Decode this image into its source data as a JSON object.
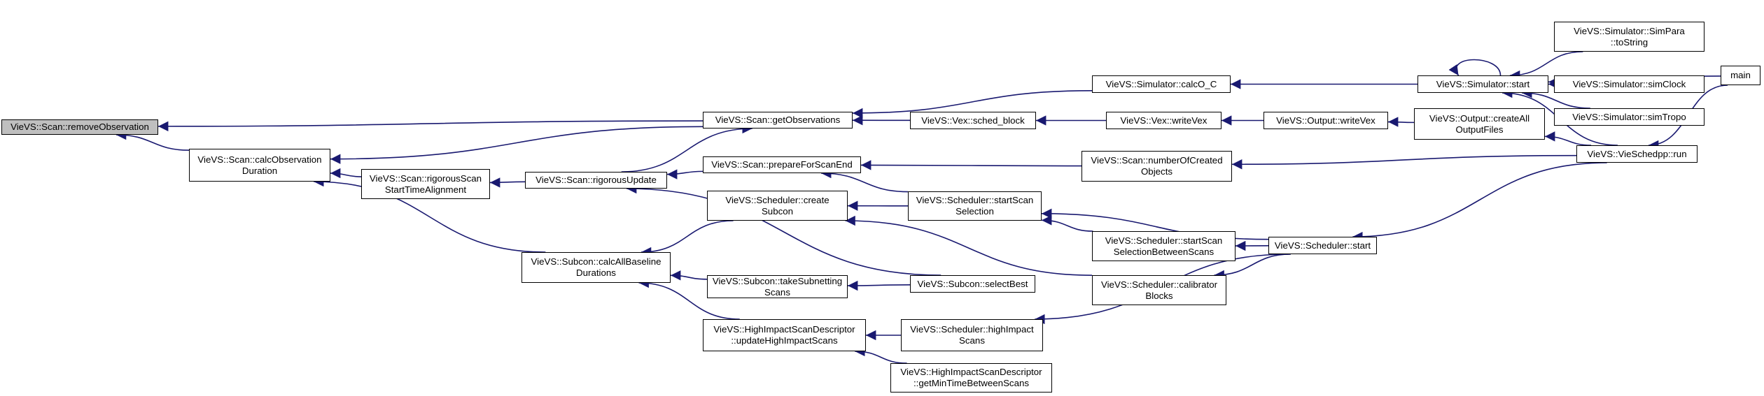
{
  "colors": {
    "edge": "#191970",
    "root_fill": "#bfbfbf",
    "node_fill": "#ffffff",
    "border": "#000000"
  },
  "nodes": [
    {
      "id": "removeObs",
      "lines": [
        "VieVS::Scan::removeObservation"
      ],
      "root": true
    },
    {
      "id": "calcObsDur",
      "lines": [
        "VieVS::Scan::calcObservation",
        "Duration"
      ]
    },
    {
      "id": "rigScanStart",
      "lines": [
        "VieVS::Scan::rigorousScan",
        "StartTimeAlignment"
      ]
    },
    {
      "id": "rigUpdate",
      "lines": [
        "VieVS::Scan::rigorousUpdate"
      ]
    },
    {
      "id": "getObs",
      "lines": [
        "VieVS::Scan::getObservations"
      ]
    },
    {
      "id": "prepScanEnd",
      "lines": [
        "VieVS::Scan::prepareForScanEnd"
      ]
    },
    {
      "id": "calcAllBaseline",
      "lines": [
        "VieVS::Subcon::calcAllBaseline",
        "Durations"
      ]
    },
    {
      "id": "createSubcon",
      "lines": [
        "VieVS::Scheduler::create",
        "Subcon"
      ]
    },
    {
      "id": "takeSubnet",
      "lines": [
        "VieVS::Subcon::takeSubnetting",
        "Scans"
      ]
    },
    {
      "id": "updHighImpact",
      "lines": [
        "VieVS::HighImpactScanDescriptor",
        "::updateHighImpactScans"
      ]
    },
    {
      "id": "schedBlock",
      "lines": [
        "VieVS::Vex::sched_block"
      ]
    },
    {
      "id": "startScanSel",
      "lines": [
        "VieVS::Scheduler::startScan",
        "Selection"
      ]
    },
    {
      "id": "selectBest",
      "lines": [
        "VieVS::Subcon::selectBest"
      ]
    },
    {
      "id": "highImpactScans",
      "lines": [
        "VieVS::Scheduler::highImpact",
        "Scans"
      ]
    },
    {
      "id": "getMinTime",
      "lines": [
        "VieVS::HighImpactScanDescriptor",
        "::getMinTimeBetweenScans"
      ]
    },
    {
      "id": "calcOC",
      "lines": [
        "VieVS::Simulator::calcO_C"
      ]
    },
    {
      "id": "writeVex",
      "lines": [
        "VieVS::Vex::writeVex"
      ]
    },
    {
      "id": "numCreated",
      "lines": [
        "VieVS::Scan::numberOfCreated",
        "Objects"
      ]
    },
    {
      "id": "startScanSelBetween",
      "lines": [
        "VieVS::Scheduler::startScan",
        "SelectionBetweenScans"
      ]
    },
    {
      "id": "calibBlocks",
      "lines": [
        "VieVS::Scheduler::calibrator",
        "Blocks"
      ]
    },
    {
      "id": "outWriteVex",
      "lines": [
        "VieVS::Output::writeVex"
      ]
    },
    {
      "id": "schedStart",
      "lines": [
        "VieVS::Scheduler::start"
      ]
    },
    {
      "id": "simStart",
      "lines": [
        "VieVS::Simulator::start"
      ]
    },
    {
      "id": "createAllOut",
      "lines": [
        "VieVS::Output::createAll",
        "OutputFiles"
      ]
    },
    {
      "id": "simParaToString",
      "lines": [
        "VieVS::Simulator::SimPara",
        "::toString"
      ]
    },
    {
      "id": "simClock",
      "lines": [
        "VieVS::Simulator::simClock"
      ]
    },
    {
      "id": "simTropo",
      "lines": [
        "VieVS::Simulator::simTropo"
      ]
    },
    {
      "id": "vieSchedRun",
      "lines": [
        "VieVS::VieSchedpp::run"
      ]
    },
    {
      "id": "main",
      "lines": [
        "main"
      ]
    }
  ],
  "edges": [
    {
      "from": "calcObsDur",
      "to": "removeObs"
    },
    {
      "from": "getObs",
      "to": "removeObs"
    },
    {
      "from": "getObs",
      "to": "calcObsDur"
    },
    {
      "from": "rigScanStart",
      "to": "calcObsDur"
    },
    {
      "from": "calcAllBaseline",
      "to": "calcObsDur"
    },
    {
      "from": "rigUpdate",
      "to": "rigScanStart"
    },
    {
      "from": "prepScanEnd",
      "to": "rigUpdate"
    },
    {
      "from": "selectBest",
      "to": "rigUpdate"
    },
    {
      "from": "rigUpdate",
      "to": "getObs"
    },
    {
      "from": "schedBlock",
      "to": "getObs"
    },
    {
      "from": "calcOC",
      "to": "getObs"
    },
    {
      "from": "createSubcon",
      "to": "calcAllBaseline"
    },
    {
      "from": "takeSubnet",
      "to": "calcAllBaseline"
    },
    {
      "from": "updHighImpact",
      "to": "calcAllBaseline"
    },
    {
      "from": "startScanSel",
      "to": "prepScanEnd"
    },
    {
      "from": "numCreated",
      "to": "prepScanEnd"
    },
    {
      "from": "startScanSel",
      "to": "createSubcon"
    },
    {
      "from": "calibBlocks",
      "to": "createSubcon"
    },
    {
      "from": "selectBest",
      "to": "takeSubnet"
    },
    {
      "from": "highImpactScans",
      "to": "updHighImpact"
    },
    {
      "from": "getMinTime",
      "to": "updHighImpact"
    },
    {
      "from": "writeVex",
      "to": "schedBlock"
    },
    {
      "from": "simStart",
      "to": "calcOC"
    },
    {
      "from": "outWriteVex",
      "to": "writeVex"
    },
    {
      "from": "createAllOut",
      "to": "outWriteVex"
    },
    {
      "from": "vieSchedRun",
      "to": "numCreated"
    },
    {
      "from": "schedStart",
      "to": "startScanSel"
    },
    {
      "from": "startScanSelBetween",
      "to": "startScanSel"
    },
    {
      "from": "schedStart",
      "to": "startScanSelBetween"
    },
    {
      "from": "schedStart",
      "to": "calibBlocks"
    },
    {
      "from": "schedStart",
      "to": "highImpactScans"
    },
    {
      "from": "vieSchedRun",
      "to": "schedStart"
    },
    {
      "from": "vieSchedRun",
      "to": "createAllOut"
    },
    {
      "from": "simStart",
      "to": "simStart"
    },
    {
      "from": "simParaToString",
      "to": "simStart"
    },
    {
      "from": "simClock",
      "to": "simStart"
    },
    {
      "from": "simTropo",
      "to": "simStart"
    },
    {
      "from": "vieSchedRun",
      "to": "simStart"
    },
    {
      "from": "main",
      "to": "simStart"
    },
    {
      "from": "main",
      "to": "vieSchedRun"
    }
  ]
}
